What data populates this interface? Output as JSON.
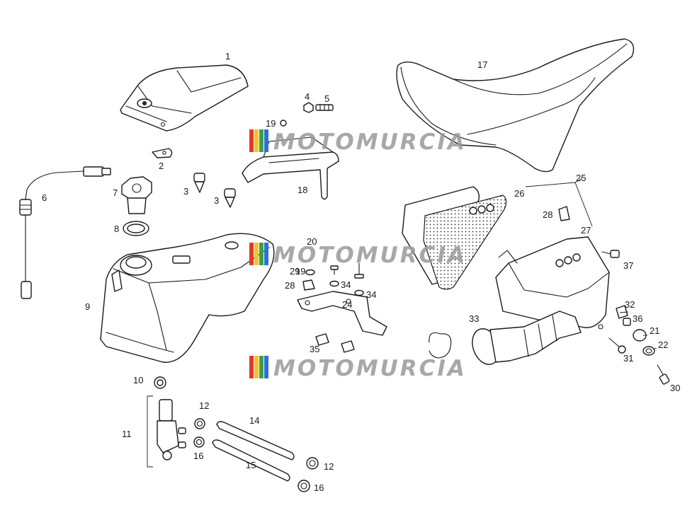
{
  "watermark": {
    "text": "MOTOMURCIA",
    "stripe_colors": [
      "#e03a2f",
      "#f2c230",
      "#3aa14a",
      "#2f6fd6"
    ],
    "text_color": "#9a9a9a"
  },
  "callouts": {
    "p1": "1",
    "p2": "2",
    "p3a": "3",
    "p3b": "3",
    "p4": "4",
    "p5": "5",
    "p6": "6",
    "p7": "7",
    "p8": "8",
    "p9": "9",
    "p10": "10",
    "p11": "11",
    "p12a": "12",
    "p12b": "12",
    "p14": "14",
    "p15": "15",
    "p16a": "16",
    "p16b": "16",
    "p17": "17",
    "p18": "18",
    "p19": "19",
    "p19b": "19",
    "p20": "20",
    "p21": "21",
    "p22": "22",
    "p24": "24",
    "p25": "25",
    "p26": "26",
    "p27": "27",
    "p28a": "28",
    "p28b": "28",
    "p29": "29",
    "p30": "30",
    "p31": "31",
    "p32": "32",
    "p33": "33",
    "p34a": "34",
    "p34b": "34",
    "p35": "35",
    "p36": "36",
    "p37": "37"
  }
}
